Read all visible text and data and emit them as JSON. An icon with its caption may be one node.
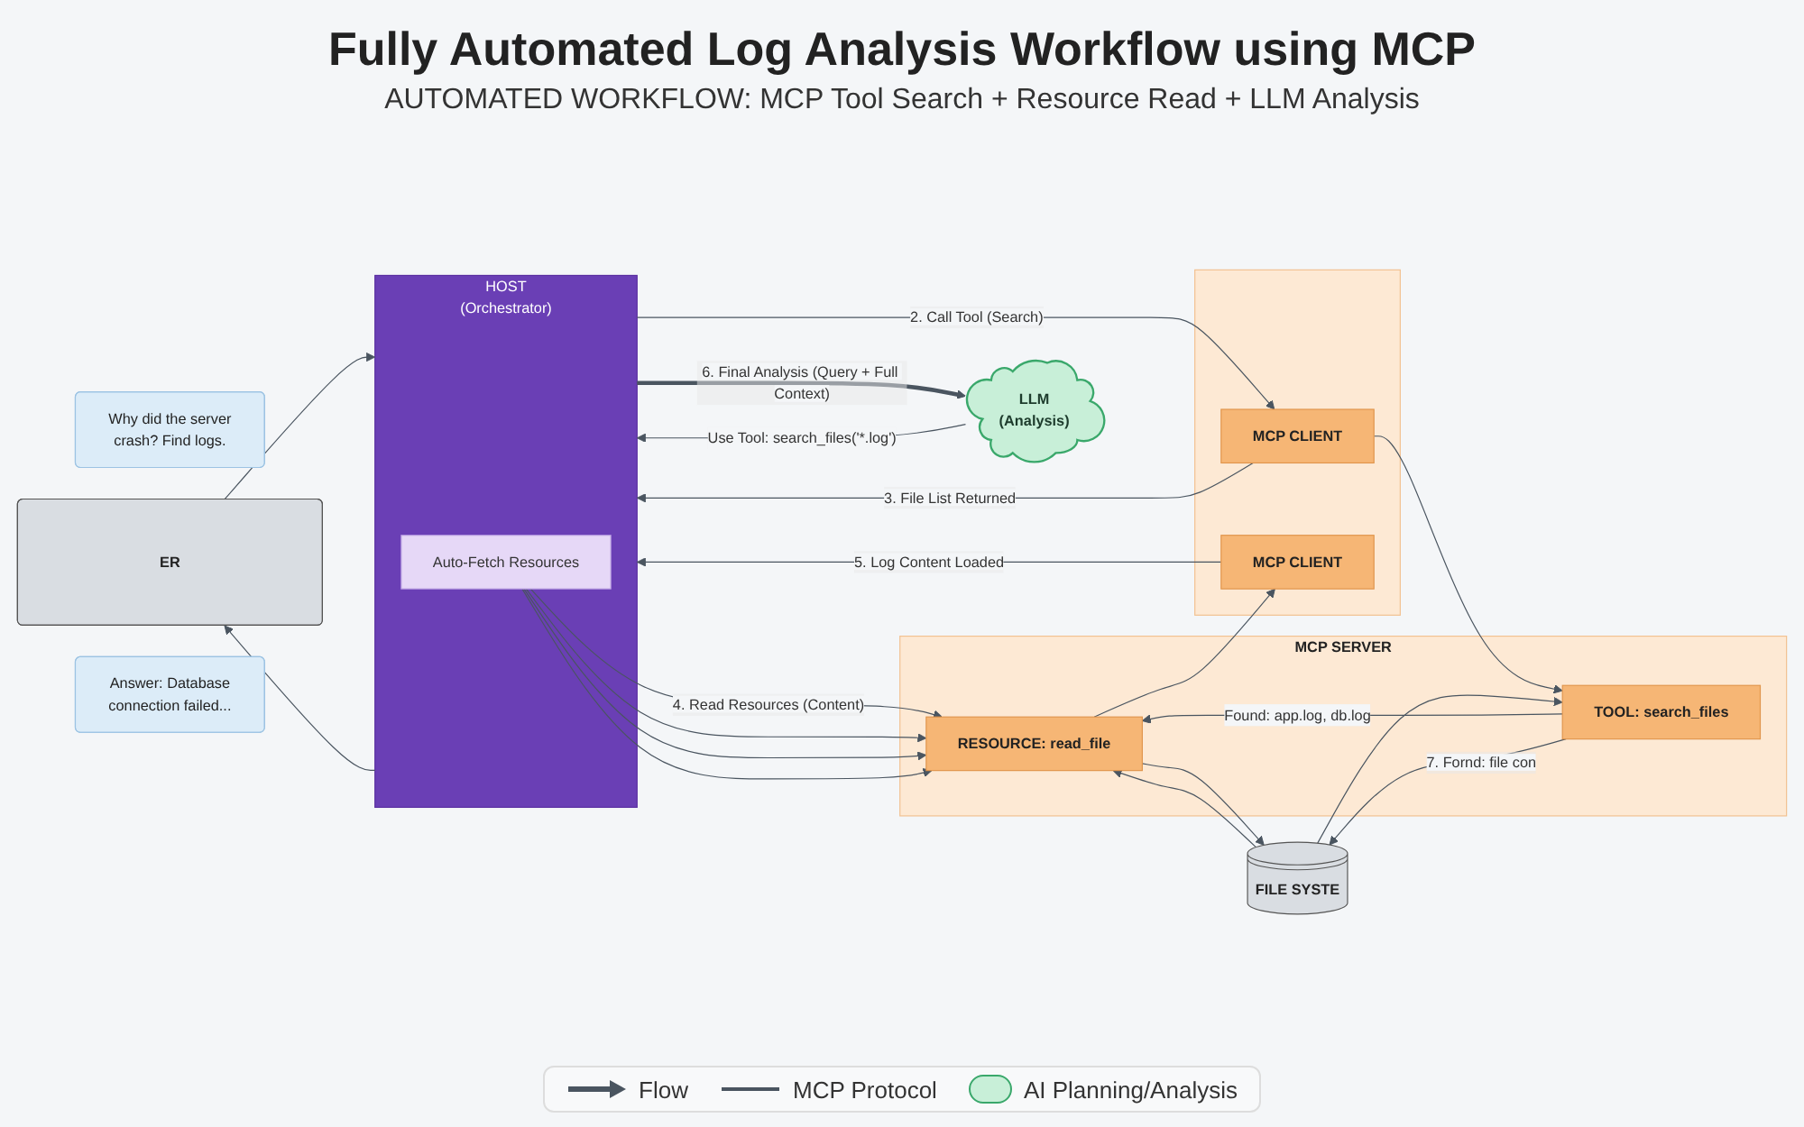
{
  "diagram": {
    "title": "Fully Automated Log Analysis Workflow using MCP",
    "nodes": [
      {
        "text": [
          "LLM",
          "(Analysis)"
        ]
      },
      {
        "text": [
          "HOST",
          "(Orchestrator)"
        ]
      },
      {
        "text": [
          "Auto-Fetch Resources"
        ],
        "in": 1
      },
      {
        "text": [
          "ER"
        ]
      },
      {
        "text": [
          "Why did the server crash? Find logs."
        ]
      },
      {
        "text": [
          "Answer: Database connection failed..."
        ]
      },
      {
        "text": [],
        "shape": "box"
      },
      {
        "text": [
          "MCP CLIENT"
        ],
        "in": 6
      },
      {
        "text": [
          "MCP CLIENT"
        ],
        "in": 6
      },
      {
        "text": [
          "MCP SERVER"
        ]
      },
      {
        "text": [
          "TOOL: search_files"
        ],
        "in": 9
      },
      {
        "text": [
          "RESOURCE: read_file"
        ],
        "in": 9
      },
      {
        "text": [
          "FILE SYSTE"
        ]
      }
    ],
    "edges": [
      {
        "from": 1,
        "to": 0,
        "arrow": "to",
        "label": "6. Final Analysis (Query + Full Context)",
        "style": "thick"
      },
      {
        "from": 0,
        "to": 1,
        "arrow": "to",
        "label": "Use Tool: search_files('*.log')"
      },
      {
        "from": 3,
        "to": 1,
        "arrow": "to"
      },
      {
        "from": 1,
        "to": 3,
        "arrow": "to"
      },
      {
        "from": 1,
        "to": 7,
        "arrow": "to",
        "label": "2. Call Tool (Search)"
      },
      {
        "from": 7,
        "to": 1,
        "arrow": "to",
        "label": "3. File List Returned"
      },
      {
        "from": 7,
        "to": 10,
        "arrow": "to"
      },
      {
        "from": 10,
        "to": 11,
        "arrow": "to",
        "label": "Found: app.log, db.log"
      },
      {
        "from": 2,
        "to": 11,
        "arrow": "to",
        "label": "4. Read Resources (Content)"
      },
      {
        "from": 2,
        "to": 11,
        "arrow": "to"
      },
      {
        "from": 2,
        "to": 11,
        "arrow": "to"
      },
      {
        "from": 2,
        "to": 11,
        "arrow": "to"
      },
      {
        "from": 11,
        "to": 8,
        "arrow": "to"
      },
      {
        "from": 8,
        "to": 1,
        "arrow": "to",
        "label": "5. Log Content Loaded"
      },
      {
        "from": 10,
        "to": 12,
        "arrow": "to",
        "label": "7. Fornd: file con"
      },
      {
        "from": 12,
        "to": 10,
        "arrow": "to"
      },
      {
        "from": 11,
        "to": 12,
        "arrow": "to"
      },
      {
        "from": 12,
        "to": 11,
        "arrow": "to"
      }
    ],
    "labels": [
      "AUTOMATED WORKFLOW: MCP Tool Search + Resource Read + LLM Analysis"
    ],
    "legend": [
      {
        "text": "Flow"
      },
      {
        "text": "MCP Protocol"
      },
      {
        "text": "AI Planning/Analysis",
        "color": "#c8efd8"
      }
    ]
  }
}
